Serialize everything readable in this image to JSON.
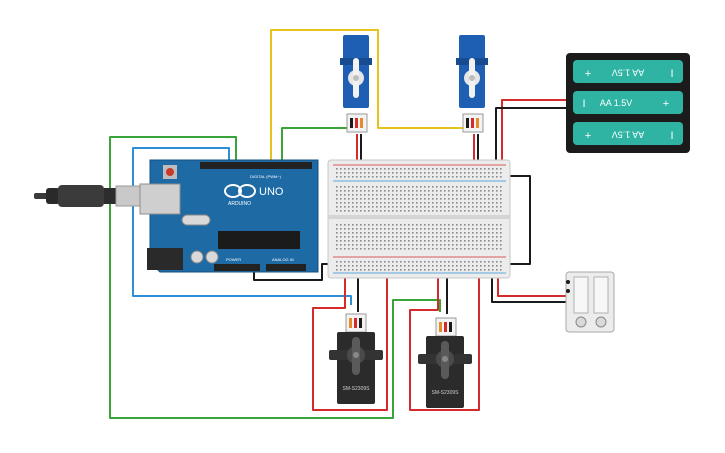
{
  "arduino": {
    "brand": "ARDUINO",
    "model": "UNO",
    "digital_label": "DIGITAL (PWM~)",
    "power_label": "POWER",
    "analog_label": "ANALOG IN"
  },
  "battery_pack": {
    "cells": [
      {
        "label": "AA 1.5V",
        "flipped": true,
        "left_sign": "+",
        "right_sign": "I"
      },
      {
        "label": "AA 1.5V",
        "flipped": false,
        "left_sign": "I",
        "right_sign": "+"
      },
      {
        "label": "AA 1.5V",
        "flipped": true,
        "left_sign": "+",
        "right_sign": "I"
      }
    ]
  },
  "servos_bottom": [
    {
      "label": "SM-S2309S"
    },
    {
      "label": "SM-S2309S"
    }
  ],
  "colors": {
    "servo_blue": "#1f5fb3",
    "servo_black": "#2b2b2b",
    "arduino_blue": "#1d6aa5",
    "battery_green": "#2fb4a4",
    "wire_red": "#d42a2a",
    "wire_black": "#1a1a1a",
    "wire_yellow": "#e8c21c",
    "wire_green": "#3aa33a",
    "wire_blue": "#2d8fd6",
    "wire_white": "#8e8e8e"
  }
}
